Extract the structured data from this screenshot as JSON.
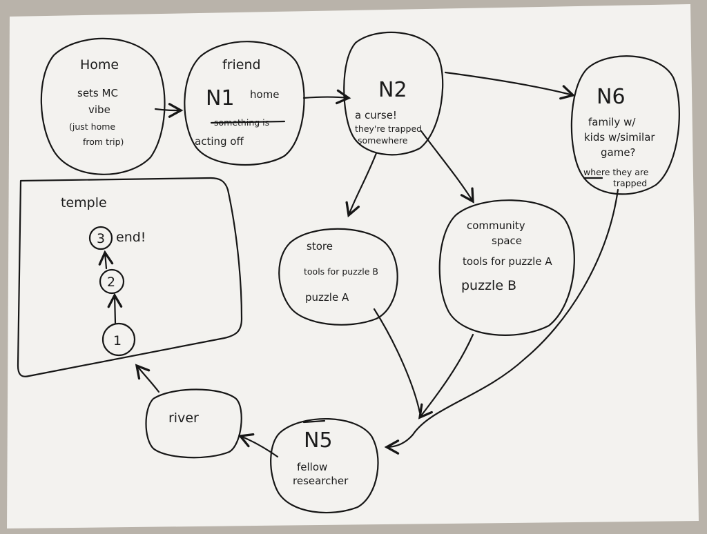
{
  "colors": {
    "paper": "#f3f2ef",
    "ink": "#161616",
    "background": "#b9b3aa"
  },
  "nodes": {
    "home": {
      "title": "Home",
      "lines": [
        "sets MC",
        "vibe",
        "(just home",
        "from trip)"
      ]
    },
    "n1": {
      "title": "friend",
      "label": "N1",
      "word": "home",
      "struck": "something is",
      "note": "acting off"
    },
    "n2": {
      "label": "N2",
      "lines": [
        "a curse!",
        "they're trapped",
        "somewhere"
      ]
    },
    "n6": {
      "label": "N6",
      "lines": [
        "family w/",
        "kids w/similar",
        "game?"
      ],
      "note": [
        "where they are",
        "trapped"
      ]
    },
    "store": {
      "title": "store",
      "lines": [
        "tools for puzzle B",
        "puzzle A"
      ]
    },
    "community": {
      "title": [
        "community",
        "space"
      ],
      "lines": [
        "tools for puzzle A",
        "puzzle  B"
      ]
    },
    "n5": {
      "label": "N5",
      "lines": [
        "fellow",
        "researcher"
      ]
    },
    "river": {
      "title": "river"
    },
    "temple": {
      "title": "temple",
      "steps": [
        "3",
        "2",
        "1"
      ],
      "end": "end!"
    }
  }
}
